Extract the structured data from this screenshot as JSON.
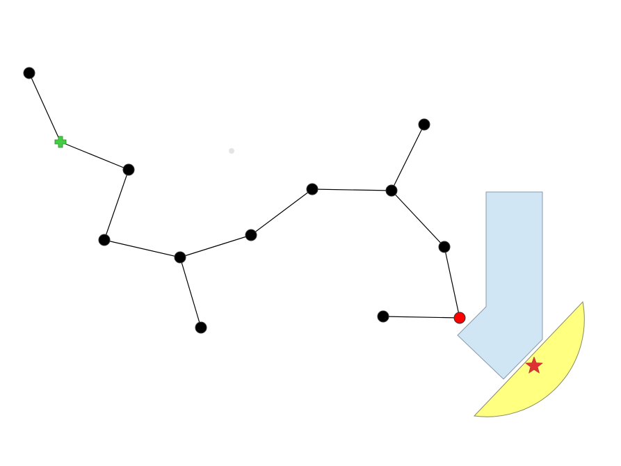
{
  "colors": {
    "background": "#ffffff",
    "node": "#000000",
    "edge": "#000000",
    "current_node": "#ff0000",
    "start_marker": "#44cc44",
    "arrow_fill": "#d0e6f5",
    "arrow_stroke": "#8899aa",
    "zone_fill": "#ffff80",
    "zone_stroke": "#888866",
    "goal_star": "#dd3333",
    "dust": "#dddddd"
  },
  "icons": {
    "start": "green-plus-icon",
    "goal": "red-star-icon",
    "direction": "down-left-arrow-icon"
  },
  "graph": {
    "nodes": [
      {
        "id": "n0",
        "kind": "normal"
      },
      {
        "id": "n1",
        "kind": "start"
      },
      {
        "id": "n2",
        "kind": "normal"
      },
      {
        "id": "n3",
        "kind": "normal"
      },
      {
        "id": "n4",
        "kind": "normal"
      },
      {
        "id": "n5",
        "kind": "normal"
      },
      {
        "id": "n6",
        "kind": "normal"
      },
      {
        "id": "n7",
        "kind": "normal"
      },
      {
        "id": "n8",
        "kind": "normal"
      },
      {
        "id": "n9",
        "kind": "normal"
      },
      {
        "id": "n10",
        "kind": "normal"
      },
      {
        "id": "n11",
        "kind": "current"
      },
      {
        "id": "n12",
        "kind": "normal"
      }
    ],
    "edges": [
      [
        "n0",
        "n1"
      ],
      [
        "n1",
        "n2"
      ],
      [
        "n2",
        "n3"
      ],
      [
        "n3",
        "n4"
      ],
      [
        "n4",
        "n5"
      ],
      [
        "n4",
        "n6"
      ],
      [
        "n6",
        "n7"
      ],
      [
        "n7",
        "n8"
      ],
      [
        "n8",
        "n9"
      ],
      [
        "n8",
        "n10"
      ],
      [
        "n10",
        "n11"
      ],
      [
        "n11",
        "n12"
      ]
    ]
  }
}
